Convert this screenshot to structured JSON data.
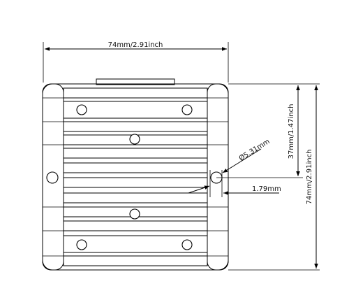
{
  "dimensions": {
    "top_width": "74mm/2.91inch",
    "right_height": "74mm/2.91inch",
    "half_height": "37mm/1.47inch",
    "hole_diameter": "Ø5.31mm",
    "hole_offset": "1.79mm"
  },
  "colors": {
    "line": "#000000",
    "background": "#ffffff"
  }
}
